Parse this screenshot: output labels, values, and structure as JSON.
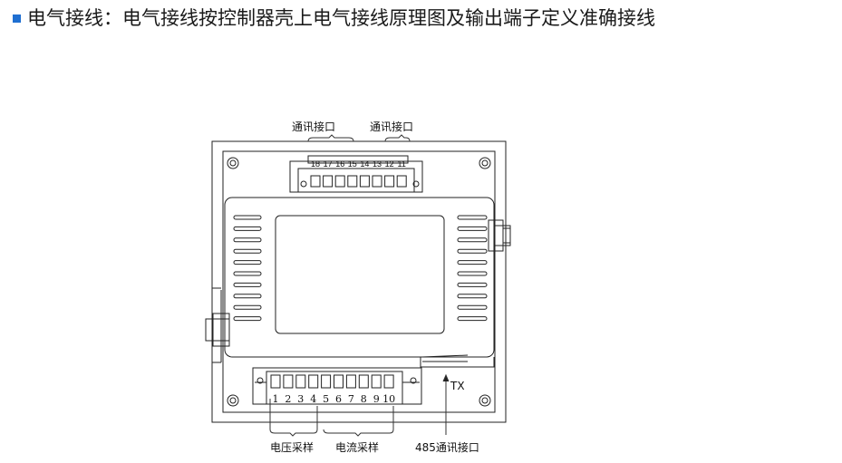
{
  "heading": {
    "text": "电气接线：电气接线按控制器壳上电气接线原理图及输出端子定义准确接线",
    "bullet_color": "#1f6fd1"
  },
  "diagram": {
    "top_labels": [
      "通讯接口",
      "通讯接口"
    ],
    "top_terminals": [
      "18",
      "17",
      "16",
      "15",
      "14",
      "13",
      "12",
      "11"
    ],
    "bottom_terminals": [
      "1",
      "2",
      "3",
      "4",
      "5",
      "6",
      "7",
      "8",
      "9",
      "10"
    ],
    "bottom_labels": {
      "voltage": "电压采样",
      "current": "电流采样",
      "rs485": "485通讯接口"
    },
    "tx_label": "TX"
  }
}
